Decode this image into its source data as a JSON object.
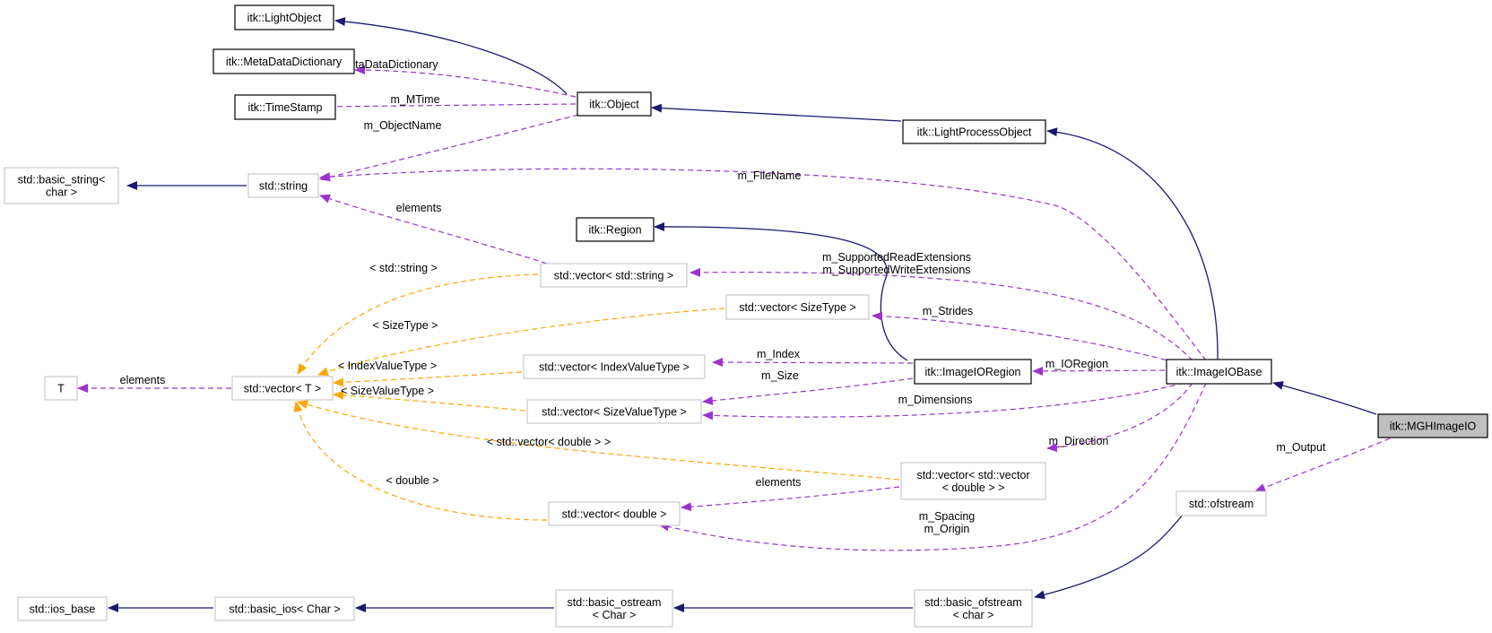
{
  "colors": {
    "inheritance": "#191970",
    "usage": "#9a32cd",
    "template": "#ffa500",
    "focus_fill": "#bfbfbf"
  },
  "nodes": {
    "light_object": {
      "label": [
        "itk::LightObject"
      ]
    },
    "meta_data_dictionary": {
      "label": [
        "itk::MetaDataDictionary"
      ]
    },
    "time_stamp": {
      "label": [
        "itk::TimeStamp"
      ]
    },
    "object": {
      "label": [
        "itk::Object"
      ]
    },
    "light_process_object": {
      "label": [
        "itk::LightProcessObject"
      ]
    },
    "basic_string": {
      "label": [
        "std::basic_string<",
        "char >"
      ]
    },
    "std_string": {
      "label": [
        "std::string"
      ]
    },
    "region": {
      "label": [
        "itk::Region"
      ]
    },
    "vector_string": {
      "label": [
        "std::vector< std::string >"
      ]
    },
    "vector_sizetype": {
      "label": [
        "std::vector< SizeType >"
      ]
    },
    "t": {
      "label": [
        "T"
      ]
    },
    "vector_t": {
      "label": [
        "std::vector< T >"
      ]
    },
    "vector_indexvaluetype": {
      "label": [
        "std::vector< IndexValueType >"
      ]
    },
    "vector_sizevaluetype": {
      "label": [
        "std::vector< SizeValueType >"
      ]
    },
    "image_io_region": {
      "label": [
        "itk::ImageIORegion"
      ]
    },
    "image_io_base": {
      "label": [
        "itk::ImageIOBase"
      ]
    },
    "mgh_image_io": {
      "label": [
        "itk::MGHImageIO"
      ]
    },
    "vector_vector_double": {
      "label": [
        "std::vector< std::vector",
        "< double > >"
      ]
    },
    "ofstream": {
      "label": [
        "std::ofstream"
      ]
    },
    "vector_double": {
      "label": [
        "std::vector< double >"
      ]
    },
    "ios_base": {
      "label": [
        "std::ios_base"
      ]
    },
    "basic_ios": {
      "label": [
        "std::basic_ios< Char >"
      ]
    },
    "basic_ostream": {
      "label": [
        "std::basic_ostream",
        "< Char >"
      ]
    },
    "basic_ofstream": {
      "label": [
        "std::basic_ofstream",
        "< char >"
      ]
    }
  },
  "edge_labels": {
    "m_metadatadictionary": [
      "m_MetaDataDictionary"
    ],
    "m_mtime": [
      "m_MTime"
    ],
    "m_objectname": [
      "m_ObjectName"
    ],
    "m_filename": [
      "m_FileName"
    ],
    "elements_string": [
      "elements"
    ],
    "supported_extensions": [
      "m_SupportedReadExtensions",
      "m_SupportedWriteExtensions"
    ],
    "tpl_std_string": [
      "< std::string >"
    ],
    "m_strides": [
      "m_Strides"
    ],
    "tpl_sizetype": [
      "< SizeType >"
    ],
    "tpl_indexvaluetype": [
      "< IndexValueType >"
    ],
    "m_index": [
      "m_Index"
    ],
    "m_ioregion": [
      "m_IORegion"
    ],
    "elements_t": [
      "elements"
    ],
    "tpl_sizevaluetype": [
      "< SizeValueType >"
    ],
    "m_size": [
      "m_Size"
    ],
    "m_dimensions": [
      "m_Dimensions"
    ],
    "tpl_vector_double": [
      "< std::vector< double > >"
    ],
    "m_direction": [
      "m_Direction"
    ],
    "m_output": [
      "m_Output"
    ],
    "tpl_double": [
      "< double >"
    ],
    "elements_double": [
      "elements"
    ],
    "spacing_origin": [
      "m_Spacing",
      "m_Origin"
    ]
  }
}
